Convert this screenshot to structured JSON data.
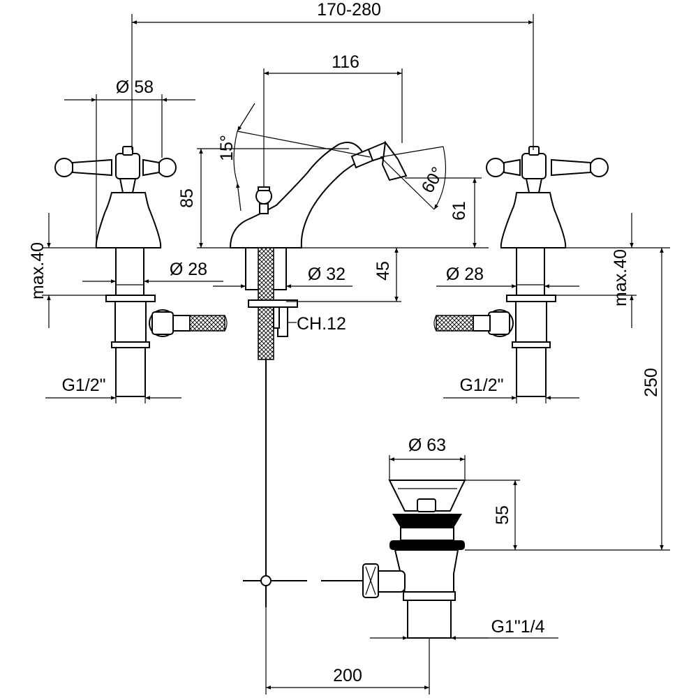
{
  "dimensions": {
    "overall_width": "170-280",
    "spout_reach": "116",
    "handle_diameter": "Ø 58",
    "spout_height": "85",
    "swivel_up": "15°",
    "swivel_down": "60°",
    "nozzle_height": "61",
    "max_left": "max.40",
    "max_right": "max.40",
    "shank_left": "Ø 28",
    "shank_right": "Ø 28",
    "body_shank": "Ø 32",
    "body_below": "45",
    "nut": "CH.12",
    "thread_left": "G1/2\"",
    "thread_right": "G1/2\"",
    "waste_height": "250",
    "waste_diameter": "Ø 63",
    "waste_flange": "55",
    "waste_thread": "G1\"1/4",
    "rod_distance": "200"
  }
}
